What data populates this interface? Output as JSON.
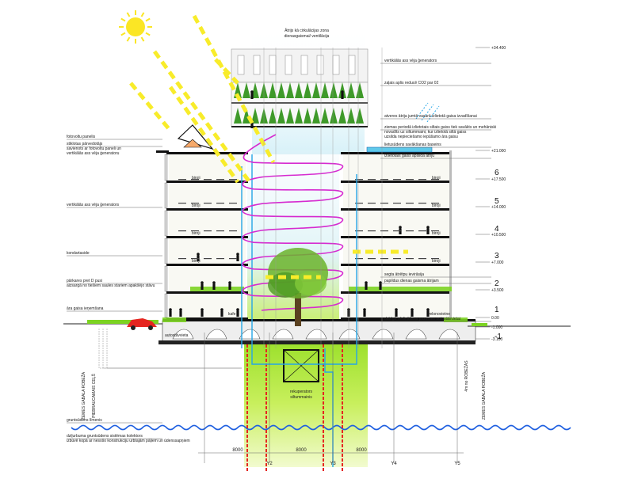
{
  "top_note": [
    "Ātrijs kā cirkulācijas zona",
    "dienasgaismai/ ventilācija"
  ],
  "left_labels": [
    {
      "lines": [
        "fotovoltu panelis"
      ]
    },
    {
      "lines": [
        "stiklotas pārvedotājs",
        "savienots ar fotovoltu paneli un",
        "vertikālās ass vēja ģeneratoru"
      ]
    },
    {
      "lines": [
        "vertikālās ass vēja ģenerators"
      ]
    },
    {
      "lines": [
        "kondartaside"
      ]
    },
    {
      "lines": [
        "pārkares pret D pusi",
        "aizsargā no tiešiem saules stariem apakšējo stāvu"
      ]
    },
    {
      "lines": [
        "āra gaisa ieņemšana"
      ]
    },
    {
      "lines": [
        "gruntsūdens līmenis"
      ]
    },
    {
      "lines": [
        "dziļurbuma gruntsūdens sistēmas kolektors",
        "izbūvē kopā ar nesošo konstrukciju urbtajām pāļiem un ūdenssapņiem"
      ]
    }
  ],
  "right_labels": [
    {
      "lines": [
        "vertikālās ass vēja ģenerators"
      ]
    },
    {
      "lines": [
        "zaļais aplis reducē CO2 par 02"
      ]
    },
    {
      "lines": [
        "atveres ātrija jumtā vasarā izlietotā gaisa izvadīšanai"
      ]
    },
    {
      "lines": [
        "ziemas periodā izlietotais siltais gaiss tiek savākts un mehāniski",
        "novadīts uz siltummaini, kur izlietotā siltā gaiss",
        "uzsilda nepieciešamo iepūšamo āra gaisu"
      ]
    },
    {
      "lines": [
        "lietusūdens savākšanas baseins"
      ]
    },
    {
      "lines": [
        "izlietotais gaiss apsilda ātriju"
      ]
    },
    {
      "lines": [
        "segta ātrētpu ievirāsija"
      ]
    },
    {
      "lines": [
        "papildus dienas gaisma ātrijam"
      ]
    },
    {
      "lines": [
        "dabīgā vēdināšana pazemes autostāvvietai"
      ]
    }
  ],
  "levels": [
    "+34.400",
    "+21.000",
    "+17.500",
    "+14.000",
    "+10.500",
    "+7.000",
    "+3.500",
    "0.00",
    "-1.000",
    "-3.100"
  ],
  "floor_numbers": [
    "6",
    "5",
    "4",
    "3",
    "2",
    "1",
    "-1"
  ],
  "room_labels": {
    "office": "biroji",
    "cafe": "kafe",
    "bike": "velonovietne",
    "parking": "autostāvvieta"
  },
  "recuperator": [
    "rekuperators",
    "siltummainis"
  ],
  "vertical_labels": [
    "ZEMES GABALA ROBEŽA",
    "PIEBRAUCAMAIS CEĻŠ",
    "4m no ROBEŽAS",
    "ZEMES GABALA ROBEŽA"
  ],
  "axes": {
    "dims": [
      "8000",
      "8000",
      "8000"
    ],
    "names": [
      "Y2",
      "Y3",
      "Y4",
      "Y5"
    ]
  },
  "colors": {
    "green": "#9be01e",
    "lime": "#d8f57a",
    "magenta": "#d62bd0",
    "cyan": "#25a6e6",
    "yellow": "#f8ec2a",
    "red": "#e52620",
    "water": "#1e5fe0"
  }
}
